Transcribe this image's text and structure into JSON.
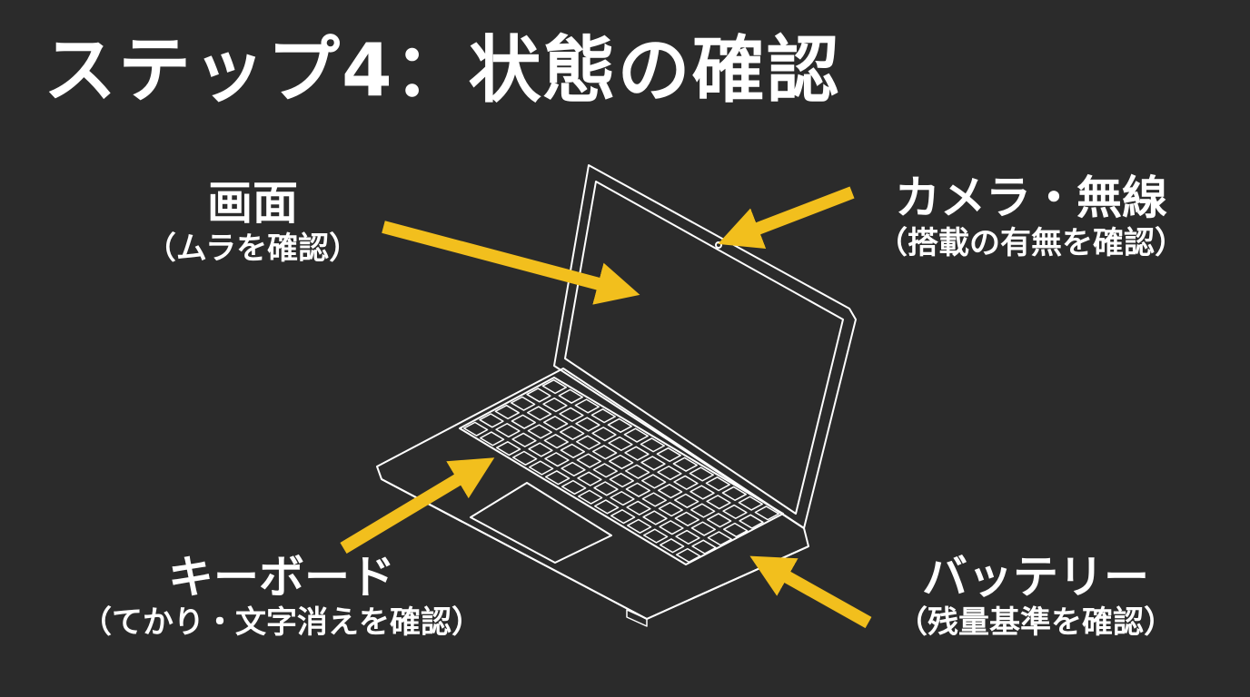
{
  "title": "ステップ4：状態の確認",
  "labels": {
    "screen": {
      "main": "画面",
      "sub": "（ムラを確認）"
    },
    "camera": {
      "main": "カメラ・無線",
      "sub": "（搭載の有無を確認）"
    },
    "keyboard": {
      "main": "キーボード",
      "sub": "（てかり・文字消えを確認）"
    },
    "battery": {
      "main": "バッテリー",
      "sub": "（残量基準を確認）"
    }
  },
  "colors": {
    "background": "#2b2b2b",
    "text": "#ffffff",
    "arrow": "#f2bf1d",
    "outline": "#ffffff"
  },
  "icons": {
    "laptop": "laptop-outline-icon",
    "arrows": "arrow-icon"
  }
}
